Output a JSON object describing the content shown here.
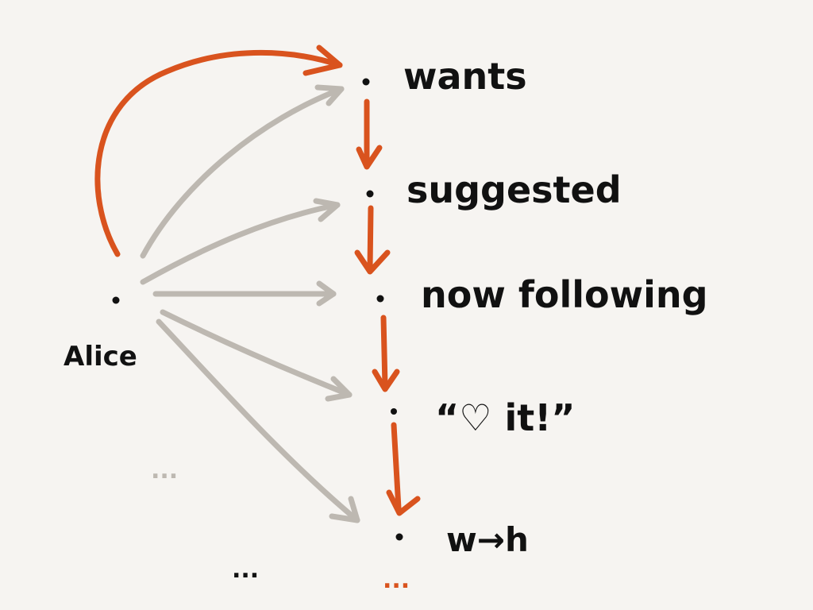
{
  "colors": {
    "background": "#f6f4f1",
    "ink": "#111111",
    "orange": "#d9531e",
    "gray": "#bdb8b1"
  },
  "source_node": {
    "label": "Alice"
  },
  "nodes": [
    {
      "label": "wants"
    },
    {
      "label": "suggested"
    },
    {
      "label": "now following"
    },
    {
      "label": "“♡ it!”"
    },
    {
      "label": "w→h"
    }
  ],
  "continuation_marks": {
    "mid_left": "...",
    "bottom_left": "...",
    "bottom_orange": "..."
  }
}
